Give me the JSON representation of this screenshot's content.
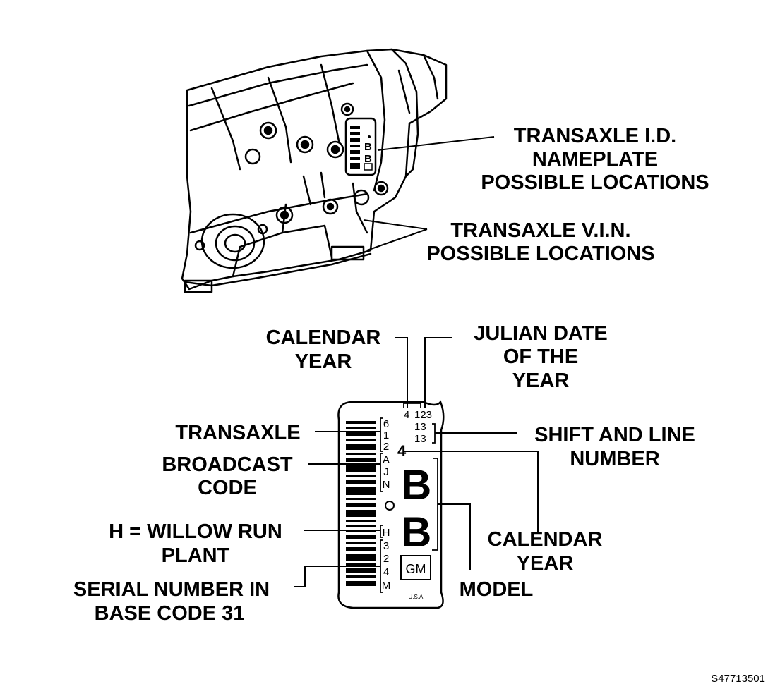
{
  "top_labels": {
    "nameplate": [
      "TRANSAXLE I.D.",
      "NAMEPLATE",
      "POSSIBLE LOCATIONS"
    ],
    "vin": [
      "TRANSAXLE V.I.N.",
      "POSSIBLE LOCATIONS"
    ]
  },
  "plate_labels": {
    "calendar_year_top": [
      "CALENDAR",
      "YEAR"
    ],
    "julian_date": [
      "JULIAN DATE",
      "OF THE",
      "YEAR"
    ],
    "transaxle": "TRANSAXLE",
    "broadcast_code": [
      "BROADCAST",
      "CODE"
    ],
    "plant": [
      "H = WILLOW RUN",
      "PLANT"
    ],
    "serial_number": [
      "SERIAL NUMBER IN",
      "BASE CODE 31"
    ],
    "shift_line": [
      "SHIFT AND LINE",
      "NUMBER"
    ],
    "calendar_year_right": [
      "CALENDAR",
      "YEAR"
    ],
    "model": "MODEL"
  },
  "plate": {
    "year_digit": "4",
    "julian": "123",
    "shift_1": "13",
    "shift_2": "13",
    "big_year": "4",
    "model_letter_1": "B",
    "model_letter_2": "B",
    "broadcast_chars": [
      "6",
      "1",
      "2",
      "A",
      "J",
      "N"
    ],
    "serial_chars": [
      "H",
      "3",
      "2",
      "4",
      "M"
    ],
    "logo": "GM",
    "country": "U.S.A."
  },
  "small_plate": {
    "letters": [
      "B",
      "B"
    ]
  },
  "figure_id": "S47713501"
}
